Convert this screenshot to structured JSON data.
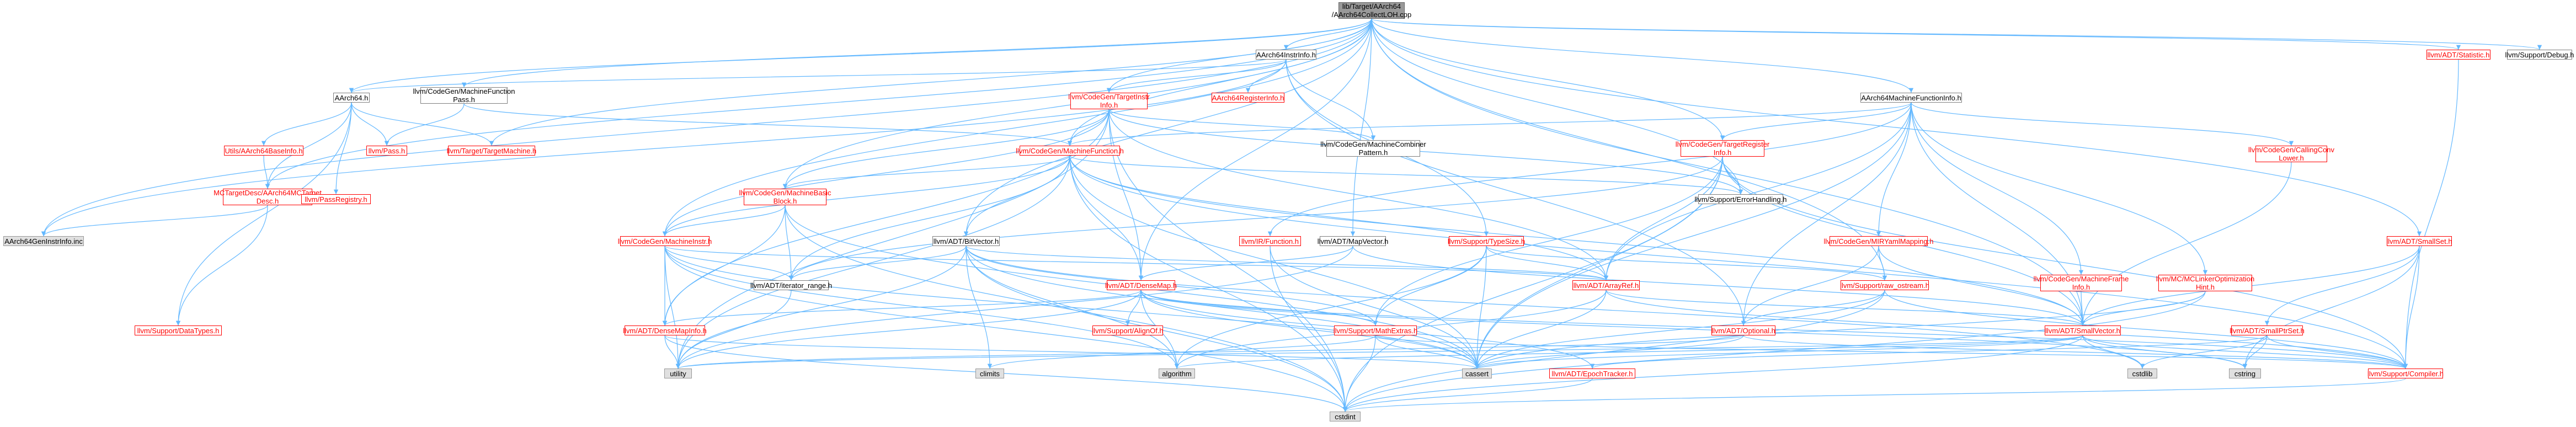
{
  "colors": {
    "edge": "#63b8ff",
    "red_text": "#ff0000",
    "gray_fill": "#e0e0e0",
    "root_fill": "#999999"
  },
  "nodes": {
    "root": "lib/Target/AArch64\n/AArch64CollectLOH.cpp",
    "aarch64instrinfo": "AArch64InstrInfo.h",
    "aarch64machinefunctioninfo": "AArch64MachineFunctionInfo.h",
    "statistic": "llvm/ADT/Statistic.h",
    "debug": "llvm/Support/Debug.h",
    "aarch64h": "AArch64.h",
    "machinefunctionpass": "llvm/CodeGen/MachineFunction\nPass.h",
    "targetinstrinfo": "llvm/CodeGen/TargetInstr\nInfo.h",
    "aarch64registerinfo": "AArch64RegisterInfo.h",
    "machinecombinerpattern": "llvm/CodeGen/MachineCombiner\nPattern.h",
    "targetregisterinfo": "llvm/CodeGen/TargetRegister\nInfo.h",
    "callingconvlower": "llvm/CodeGen/CallingConv\nLower.h",
    "utilsbaseinfo": "Utils/AArch64BaseInfo.h",
    "pass": "llvm/Pass.h",
    "targetmachine": "llvm/Target/TargetMachine.h",
    "machinefunction": "llvm/CodeGen/MachineFunction.h",
    "errorhandling": "llvm/Support/ErrorHandling.h",
    "mctargetdesc": "MCTargetDesc/AArch64MCTarget\nDesc.h",
    "passregistry": "llvm/PassRegistry.h",
    "machinebasicblock": "llvm/CodeGen/MachineBasic\nBlock.h",
    "genericinstrinfo": "AArch64GenInstrInfo.inc",
    "machineinstr": "llvm/CodeGen/MachineInstr.h",
    "bitvector": "llvm/ADT/BitVector.h",
    "irfunction": "llvm/IR/Function.h",
    "mapvector": "llvm/ADT/MapVector.h",
    "typesize": "llvm/Support/TypeSize.h",
    "mirymlmapping": "llvm/CodeGen/MIRYamlMapping.h",
    "smallset": "llvm/ADT/SmallSet.h",
    "iteratorrange": "llvm/ADT/iterator_range.h",
    "densemap": "llvm/ADT/DenseMap.h",
    "arrayref": "llvm/ADT/ArrayRef.h",
    "rawostream": "llvm/Support/raw_ostream.h",
    "machineframeinfo": "llvm/CodeGen/MachineFrame\nInfo.h",
    "mclinkeroptimizationhint": "llvm/MC/MCLinkerOptimization\nHint.h",
    "datatypes": "llvm/Support/DataTypes.h",
    "densemapinfo": "llvm/ADT/DenseMapInfo.h",
    "alignof": "llvm/Support/AlignOf.h",
    "mathextras": "llvm/Support/MathExtras.h",
    "optional": "llvm/ADT/Optional.h",
    "smallvector": "llvm/ADT/SmallVector.h",
    "smallptrset": "llvm/ADT/SmallPtrSet.h",
    "utility": "utility",
    "climits": "climits",
    "algorithm": "algorithm",
    "cassert": "cassert",
    "epochtracker": "llvm/ADT/EpochTracker.h",
    "cstdlib": "cstdlib",
    "cstring": "cstring",
    "compiler": "llvm/Support/Compiler.h",
    "cstdint": "cstdint"
  }
}
